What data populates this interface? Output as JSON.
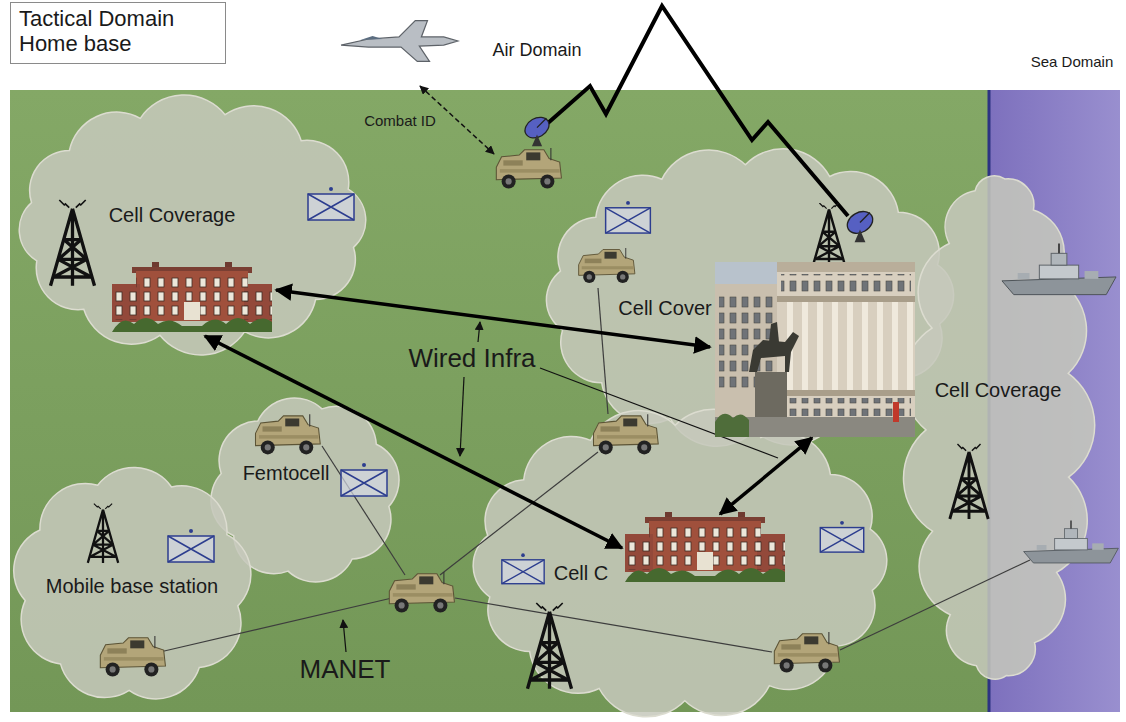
{
  "diagram": {
    "title": "Tactical Domain Home base",
    "nodes": [
      {
        "text": [
          "Cell Coverage"
        ]
      },
      {
        "text": [
          "Cell Cover"
        ]
      },
      {
        "text": [
          "Cell Coverage"
        ]
      },
      {
        "text": [
          "Femtocell"
        ]
      },
      {
        "text": [
          "Cell C"
        ]
      },
      {
        "text": [
          "Mobile base station"
        ]
      }
    ],
    "edges": [
      {
        "from": 0,
        "to": 1,
        "arrow": "both"
      },
      {
        "from": 0,
        "to": 4,
        "arrow": "both"
      },
      {
        "from": 1,
        "to": 4,
        "arrow": "both"
      }
    ],
    "labels": [
      "Air Domain",
      "Sea Domain",
      "Combat ID",
      "Wired Infra",
      "MANET"
    ]
  }
}
